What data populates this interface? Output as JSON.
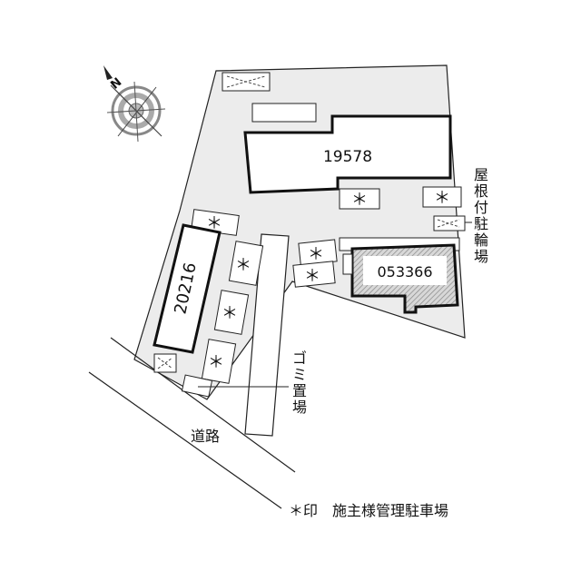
{
  "compass": {
    "north_label": "N"
  },
  "buildings": {
    "b1": {
      "number": "19578"
    },
    "b2": {
      "number": "20216"
    },
    "b3": {
      "number": "053366"
    }
  },
  "parking_mark": "＊",
  "labels": {
    "bicycle_parking": "屋根付駐輪場",
    "garbage": "ゴミ置場",
    "road": "道路"
  },
  "legend": {
    "text": "＊印　施主様管理駐車場"
  },
  "colors": {
    "lot_fill": "#ececec",
    "line": "#222222",
    "building_border": "#111111",
    "hatch": "#888888"
  }
}
